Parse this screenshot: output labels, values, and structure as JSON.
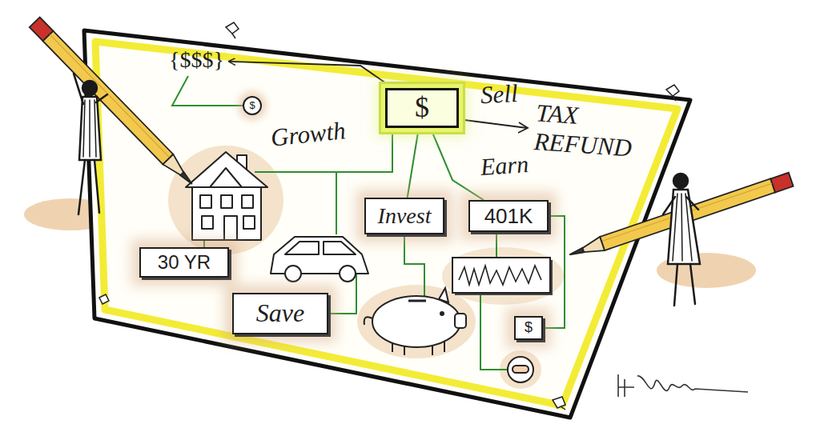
{
  "diagram": {
    "nodes": [
      {
        "text": [
          "$"
        ]
      },
      {
        "text": [
          "{$$$}"
        ]
      },
      {
        "text": [
          "$"
        ]
      },
      {
        "text": [
          "30 YR"
        ]
      },
      {
        "text": [
          "Save"
        ]
      },
      {
        "text": [
          "Invest"
        ]
      },
      {
        "text": [
          "401K"
        ]
      },
      {
        "text": [
          "$"
        ]
      }
    ],
    "edges": [
      {
        "from": 0,
        "to": 1,
        "arrow": "to"
      },
      {
        "from": 1,
        "to": 2,
        "arrow": "none"
      },
      {
        "from": 0,
        "to": 5,
        "arrow": "none"
      },
      {
        "from": 0,
        "to": 6,
        "arrow": "none"
      },
      {
        "from": 6,
        "to": 7,
        "arrow": "none"
      }
    ],
    "labels": [
      "Growth",
      "Sell",
      "TAX REFUND",
      "Earn"
    ]
  }
}
